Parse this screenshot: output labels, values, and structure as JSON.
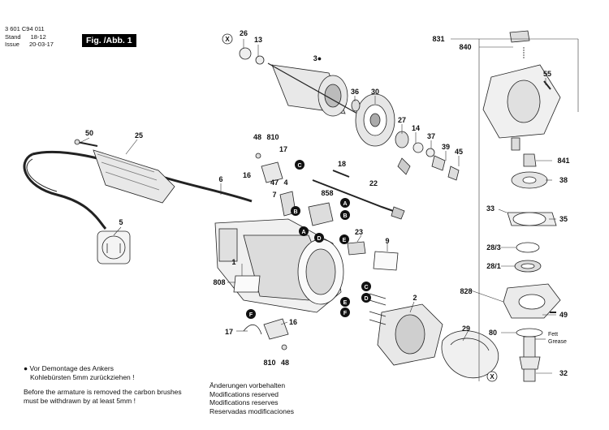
{
  "header": {
    "doc_number": "3 601 C94 011",
    "stand_label": "Stand",
    "issue_label": "Issue",
    "stand_value": "18-12",
    "issue_value": "20-03-17",
    "figure_badge": "Fig. /Abb. 1"
  },
  "callouts": [
    "26",
    "13",
    "3",
    "36",
    "30",
    "27",
    "14",
    "37",
    "39",
    "45",
    "831",
    "840",
    "55",
    "841",
    "38",
    "33",
    "35",
    "28/3",
    "28/1",
    "828",
    "49",
    "80",
    "32",
    "50",
    "25",
    "6",
    "5",
    "48",
    "810",
    "17",
    "16",
    "47",
    "7",
    "4",
    "858",
    "18",
    "22",
    "9",
    "23",
    "1",
    "808",
    "2",
    "29",
    "48",
    "810",
    "17",
    "16",
    "3●"
  ],
  "reference_markers": [
    "A",
    "B",
    "C",
    "D",
    "E",
    "F"
  ],
  "cross_marker": "X",
  "grease_label_de": "Fett",
  "grease_label_en": "Grease",
  "note_left": {
    "line1": "● Vor Demontage des Ankers",
    "line2": "Kohlebürsten 5mm zurückziehen !",
    "line3": "Before the armature is removed the carbon brushes",
    "line4": "must be withdrawn by at least 5mm !"
  },
  "note_right": {
    "line1": "Änderungen vorbehalten",
    "line2": "Modifications reserved",
    "line3": "Modifications reserves",
    "line4": "Reservadas modificaciones"
  }
}
